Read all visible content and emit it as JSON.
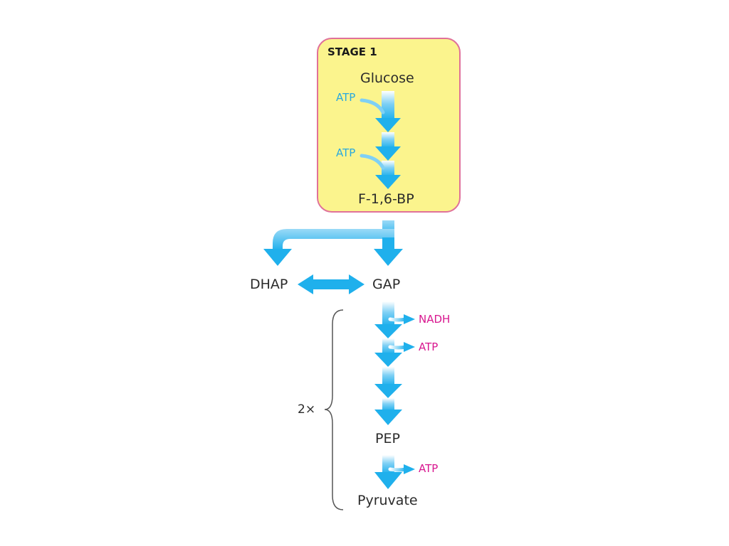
{
  "stage": {
    "title": "STAGE 1",
    "box_fill": "#fbf48d",
    "box_border": "#e0719a"
  },
  "metabolites": {
    "glucose": "Glucose",
    "f16bp": "F-1,6-BP",
    "dhap": "DHAP",
    "gap": "GAP",
    "pep": "PEP",
    "pyruvate": "Pyruvate"
  },
  "inputs": {
    "atp_1": "ATP",
    "atp_2": "ATP",
    "color": "#29a9df"
  },
  "outputs": {
    "nadh": "NADH",
    "atp_1": "ATP",
    "atp_2": "ATP",
    "color": "#d8178f"
  },
  "multiplier": "2×",
  "arrow_color": "#1fb0ec"
}
